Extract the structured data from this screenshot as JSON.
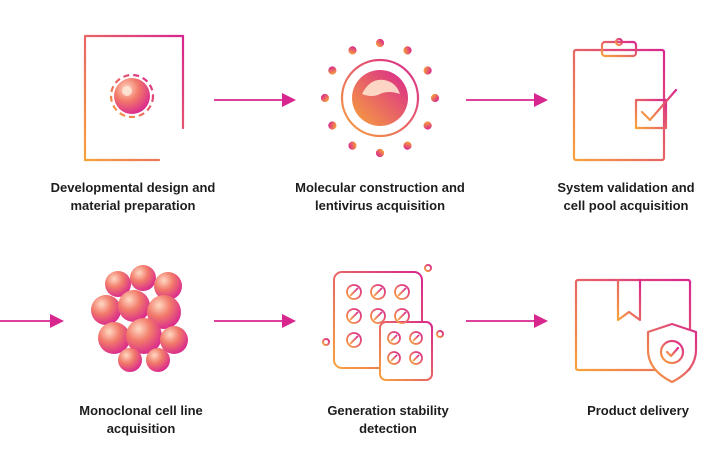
{
  "gradient": {
    "from": "#f7a33c",
    "to": "#d8268f"
  },
  "arrow_color": "#d8268f",
  "steps": [
    {
      "icon": "document-design-icon",
      "lines": [
        "Developmental design and",
        "material preparation"
      ]
    },
    {
      "icon": "virus-icon",
      "lines": [
        "Molecular construction and",
        "lentivirus acquisition"
      ]
    },
    {
      "icon": "clipboard-check-icon",
      "lines": [
        "System validation and",
        "cell pool acquisition"
      ]
    },
    {
      "icon": "cell-cluster-icon",
      "lines": [
        "Monoclonal cell line",
        "acquisition"
      ]
    },
    {
      "icon": "pill-blister-icon",
      "lines": [
        "Generation stability",
        "detection"
      ]
    },
    {
      "icon": "package-shield-icon",
      "lines": [
        "Product delivery"
      ]
    }
  ]
}
